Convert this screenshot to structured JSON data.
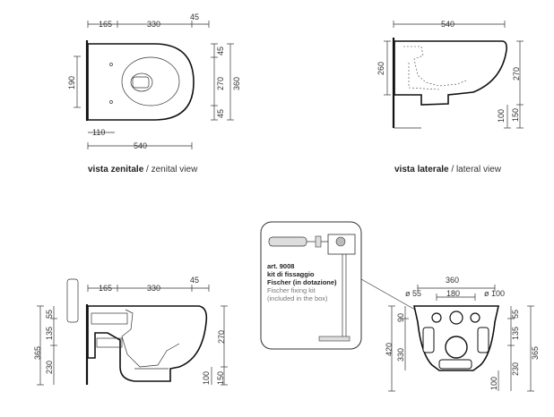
{
  "views": {
    "top": {
      "caption_bold": "vista zenitale",
      "caption_sep": " / ",
      "caption_light": "zenital view",
      "dims": {
        "a": "165",
        "b": "330",
        "c": "45",
        "d": "190",
        "e": "110",
        "f": "540",
        "g": "45",
        "h": "270",
        "i": "360",
        "j": "45"
      }
    },
    "side": {
      "caption_bold": "vista laterale",
      "caption_sep": " / ",
      "caption_light": "lateral view",
      "dims": {
        "w": "540",
        "h1": "260",
        "h2": "270",
        "h3": "100",
        "h4": "150"
      }
    },
    "section": {
      "dims": {
        "a": "165",
        "b": "330",
        "c": "45",
        "d": "55",
        "e": "135",
        "f": "365",
        "g": "230",
        "h": "270",
        "i": "100",
        "j": "150"
      }
    },
    "kit": {
      "line1": "art. 9008",
      "line2": "kit di fissaggio",
      "line3": "Fischer",
      "line3b": "(in dotazione)",
      "line4": "Fischer fixing kit",
      "line5": "(included in the box)"
    },
    "rear": {
      "dims": {
        "w": "360",
        "d1": "ø 55",
        "mid": "180",
        "d2": "ø 100",
        "l1": "90",
        "l2": "330",
        "l3": "420",
        "r1": "55",
        "r2": "135",
        "r3": "230",
        "r4": "365",
        "r5": "100"
      }
    }
  }
}
